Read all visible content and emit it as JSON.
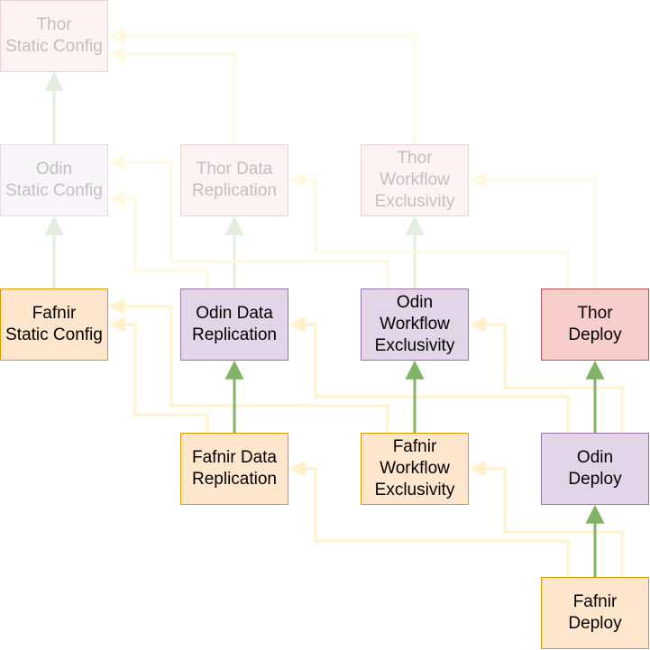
{
  "nodes": {
    "thor_static_config": "Thor\nStatic Config",
    "odin_static_config": "Odin\nStatic Config",
    "thor_data_replication": "Thor Data\nReplication",
    "thor_workflow_exclusivity": "Thor\nWorkflow\nExclusivity",
    "fafnir_static_config": "Fafnir\nStatic Config",
    "odin_data_replication": "Odin Data\nReplication",
    "odin_workflow_exclusivity": "Odin\nWorkflow\nExclusivity",
    "thor_deploy": "Thor\nDeploy",
    "fafnir_data_replication": "Fafnir Data\nReplication",
    "fafnir_workflow_exclusivity": "Fafnir\nWorkflow\nExclusivity",
    "odin_deploy": "Odin\nDeploy",
    "fafnir_deploy": "Fafnir\nDeploy"
  },
  "colors": {
    "orange_fill": "#ffe6cc",
    "orange_border": "#d79b00",
    "purple_fill": "#e1d5e7",
    "purple_border": "#9673a6",
    "red_fill": "#f8cecc",
    "red_border": "#b85450",
    "green_edge": "#82b366",
    "yellow_edge": "#fff2cc"
  }
}
